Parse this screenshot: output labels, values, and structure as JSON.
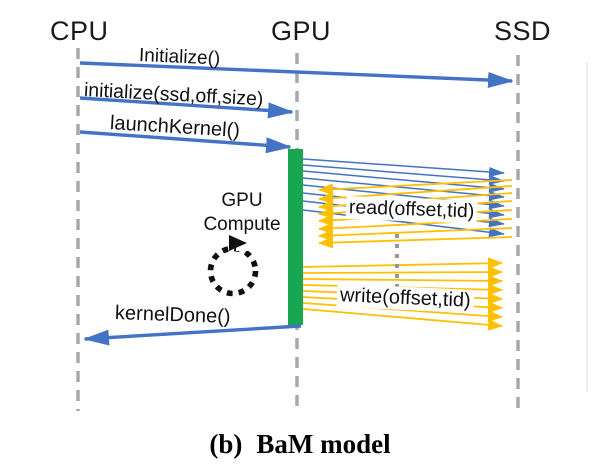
{
  "figure": {
    "caption_prefix": "(b)",
    "caption_text": "BaM model",
    "lifelines": [
      {
        "name": "CPU"
      },
      {
        "name": "GPU"
      },
      {
        "name": "SSD"
      }
    ],
    "messages": {
      "initialize_host": "Initialize()",
      "initialize_ssd": "initialize(ssd,off,size)",
      "launch_kernel": "launchKernel()",
      "read": "read(offset,tid)",
      "write": "write(offset,tid)",
      "kernel_done": "kernelDone()"
    },
    "activity": {
      "line1": "GPU",
      "line2": "Compute"
    },
    "icons": {
      "loop": "dotted-loop-arrow-icon"
    },
    "colors": {
      "host_message_blue": "#4472c4",
      "io_message_yellow": "#ffc000",
      "gpu_activation_green": "#18a650",
      "lifeline_gray": "#a8a8a8",
      "text_black": "#111111"
    }
  }
}
